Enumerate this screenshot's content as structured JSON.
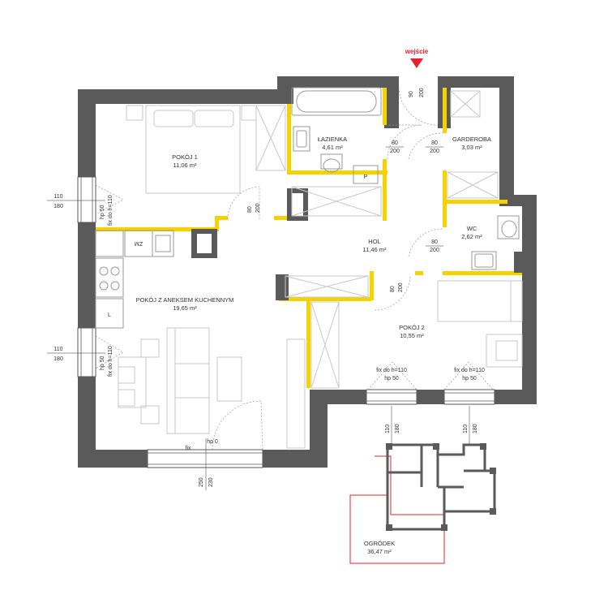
{
  "entrance": {
    "label": "wejście",
    "dims": [
      "90",
      "200"
    ],
    "color": "#e8212e"
  },
  "colors": {
    "wall": "#5a5a5a",
    "accent": "#f5d300",
    "garden": "#e8212e",
    "furniture": "#c8c8c8"
  },
  "rooms": [
    {
      "name": "POKÓJ 1",
      "area": "11,06 m²"
    },
    {
      "name": "ŁAZIENKA",
      "area": "4,61 m²"
    },
    {
      "name": "GARDEROBA",
      "area": "3,03 m²"
    },
    {
      "name": "HOL",
      "area": "11,46 m²"
    },
    {
      "name": "WC",
      "area": "2,62 m²"
    },
    {
      "name": "POKÓJ Z ANEKSEM KUCHENNYM",
      "area": "19,65 m²"
    },
    {
      "name": "POKÓJ 2",
      "area": "10,55 m²"
    },
    {
      "name": "OGRÓDEK",
      "area": "36,47 m²"
    }
  ],
  "doors": [
    {
      "w": "80",
      "h": "200"
    },
    {
      "w": "80",
      "h": "200"
    },
    {
      "w": "80",
      "h": "200"
    },
    {
      "w": "80",
      "h": "200"
    },
    {
      "w": "80",
      "h": "200"
    }
  ],
  "windows_left": [
    {
      "w": "110",
      "h": "180",
      "hp": "hp 50",
      "fix": "fix do h=110"
    },
    {
      "w": "110",
      "h": "180",
      "hp": "hp 50",
      "fix": "fix do h=110"
    }
  ],
  "windows_bottom": [
    {
      "fix": "fix do h=110",
      "hp": "hp 50",
      "w": "110",
      "h": "180"
    },
    {
      "fix": "fix do h=110",
      "hp": "hp 50",
      "w": "110",
      "h": "180"
    }
  ],
  "balcony_door": {
    "hp": "hp 0",
    "fix": "fix",
    "w": "250",
    "h": "230"
  },
  "appliance_labels": {
    "microwave": "ZM",
    "fridge": "L",
    "toilet_box": "P"
  }
}
